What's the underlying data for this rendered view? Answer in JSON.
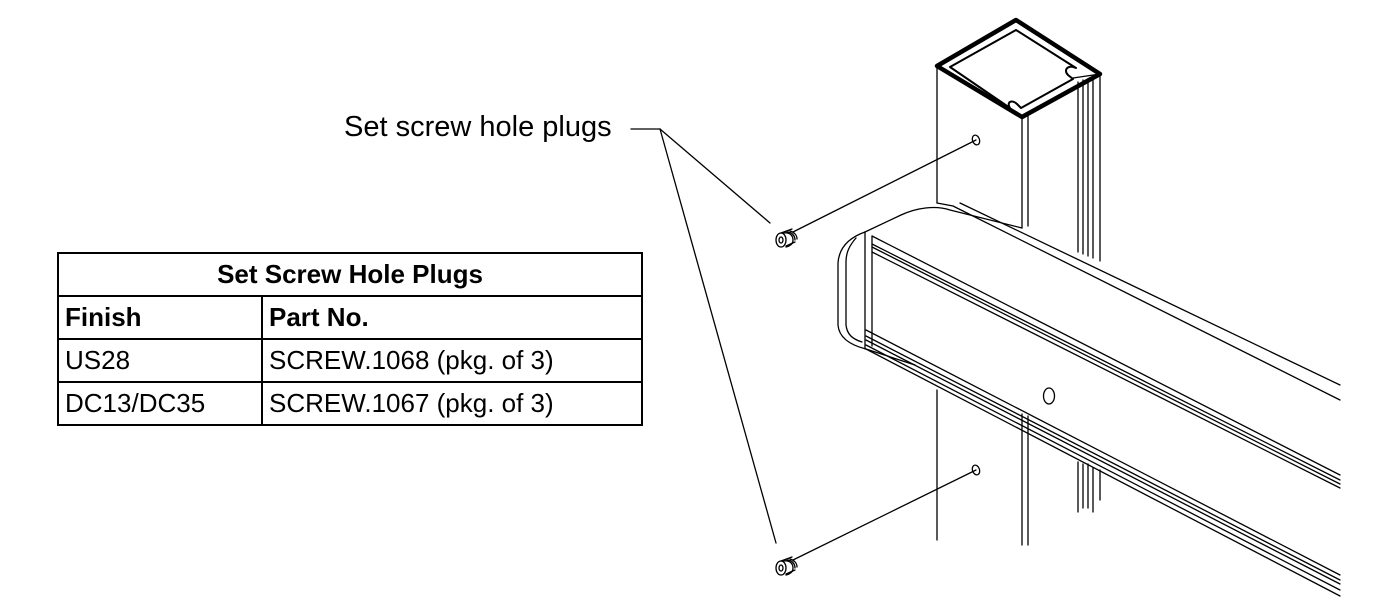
{
  "callout": {
    "label": "Set screw hole plugs"
  },
  "table": {
    "title": "Set Screw Hole Plugs",
    "headers": [
      "Finish",
      "Part No."
    ],
    "rows": [
      [
        "US28",
        "SCREW.1068 (pkg. of 3)"
      ],
      [
        "DC13/DC35",
        "SCREW.1067 (pkg. of 3)"
      ]
    ]
  }
}
